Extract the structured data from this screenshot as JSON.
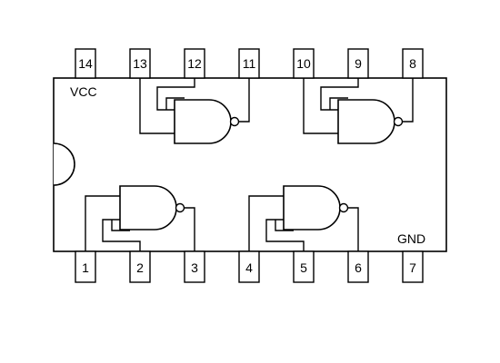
{
  "chip": {
    "vcc_label": "VCC",
    "gnd_label": "GND",
    "top_pins": [
      {
        "number": "14"
      },
      {
        "number": "13"
      },
      {
        "number": "12"
      },
      {
        "number": "11"
      },
      {
        "number": "10"
      },
      {
        "number": "9"
      },
      {
        "number": "8"
      }
    ],
    "bottom_pins": [
      {
        "number": "1"
      },
      {
        "number": "2"
      },
      {
        "number": "3"
      },
      {
        "number": "4"
      },
      {
        "number": "5"
      },
      {
        "number": "6"
      },
      {
        "number": "7"
      }
    ],
    "gates": [
      {
        "type": "nand",
        "inputs": [
          "13",
          "12"
        ],
        "output": "11"
      },
      {
        "type": "nand",
        "inputs": [
          "10",
          "9"
        ],
        "output": "8"
      },
      {
        "type": "nand",
        "inputs": [
          "1",
          "2"
        ],
        "output": "3"
      },
      {
        "type": "nand",
        "inputs": [
          "4",
          "5"
        ],
        "output": "6"
      }
    ],
    "colors": {
      "stroke": "#000000",
      "background": "#ffffff"
    }
  }
}
